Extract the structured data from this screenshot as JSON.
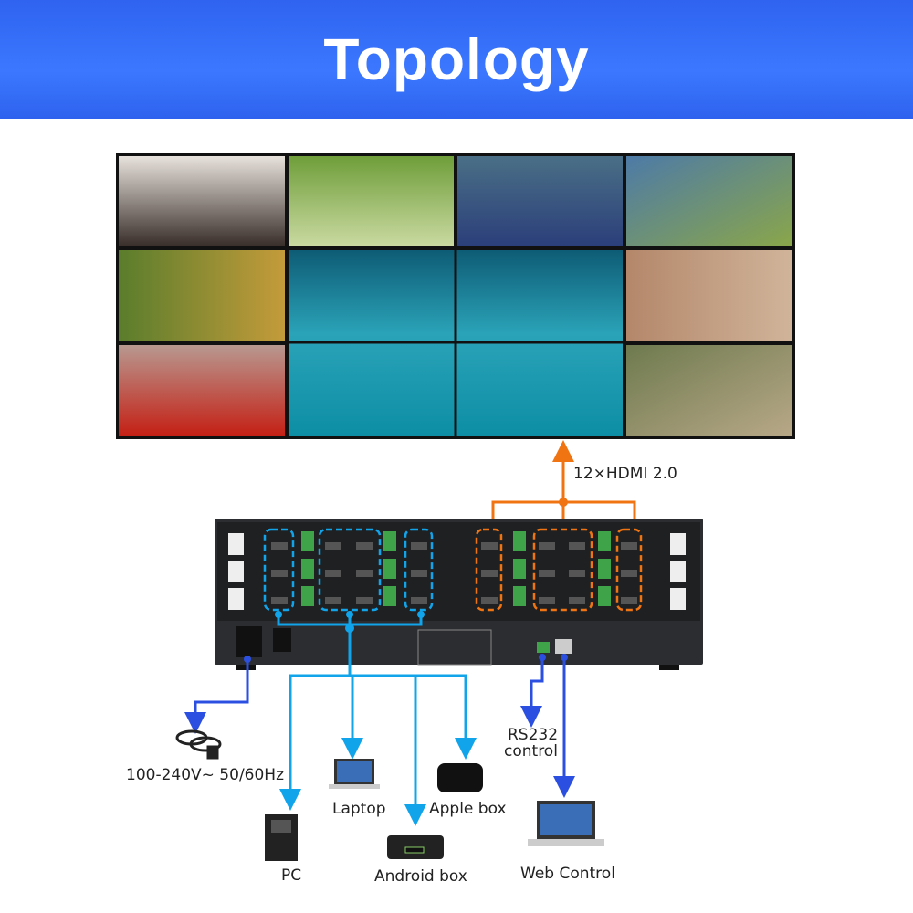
{
  "header": {
    "title": "Topology"
  },
  "video_wall": {
    "rows": 3,
    "columns": 4,
    "merged_center": "2x2"
  },
  "labels": {
    "hdmi_out": "12×HDMI 2.0",
    "power": "100-240V~ 50/60Hz",
    "rs232_line1": "RS232",
    "rs232_line2": "control",
    "web_control": "Web Control",
    "pc": "PC",
    "laptop": "Laptop",
    "android_box": "Android box",
    "apple_box": "Apple box"
  },
  "colors": {
    "header_blue": "#3270f5",
    "output_orange": "#f07412",
    "input_cyan": "#12a4ea",
    "control_blue": "#2b4fe0",
    "device_body": "#2b2d30"
  }
}
